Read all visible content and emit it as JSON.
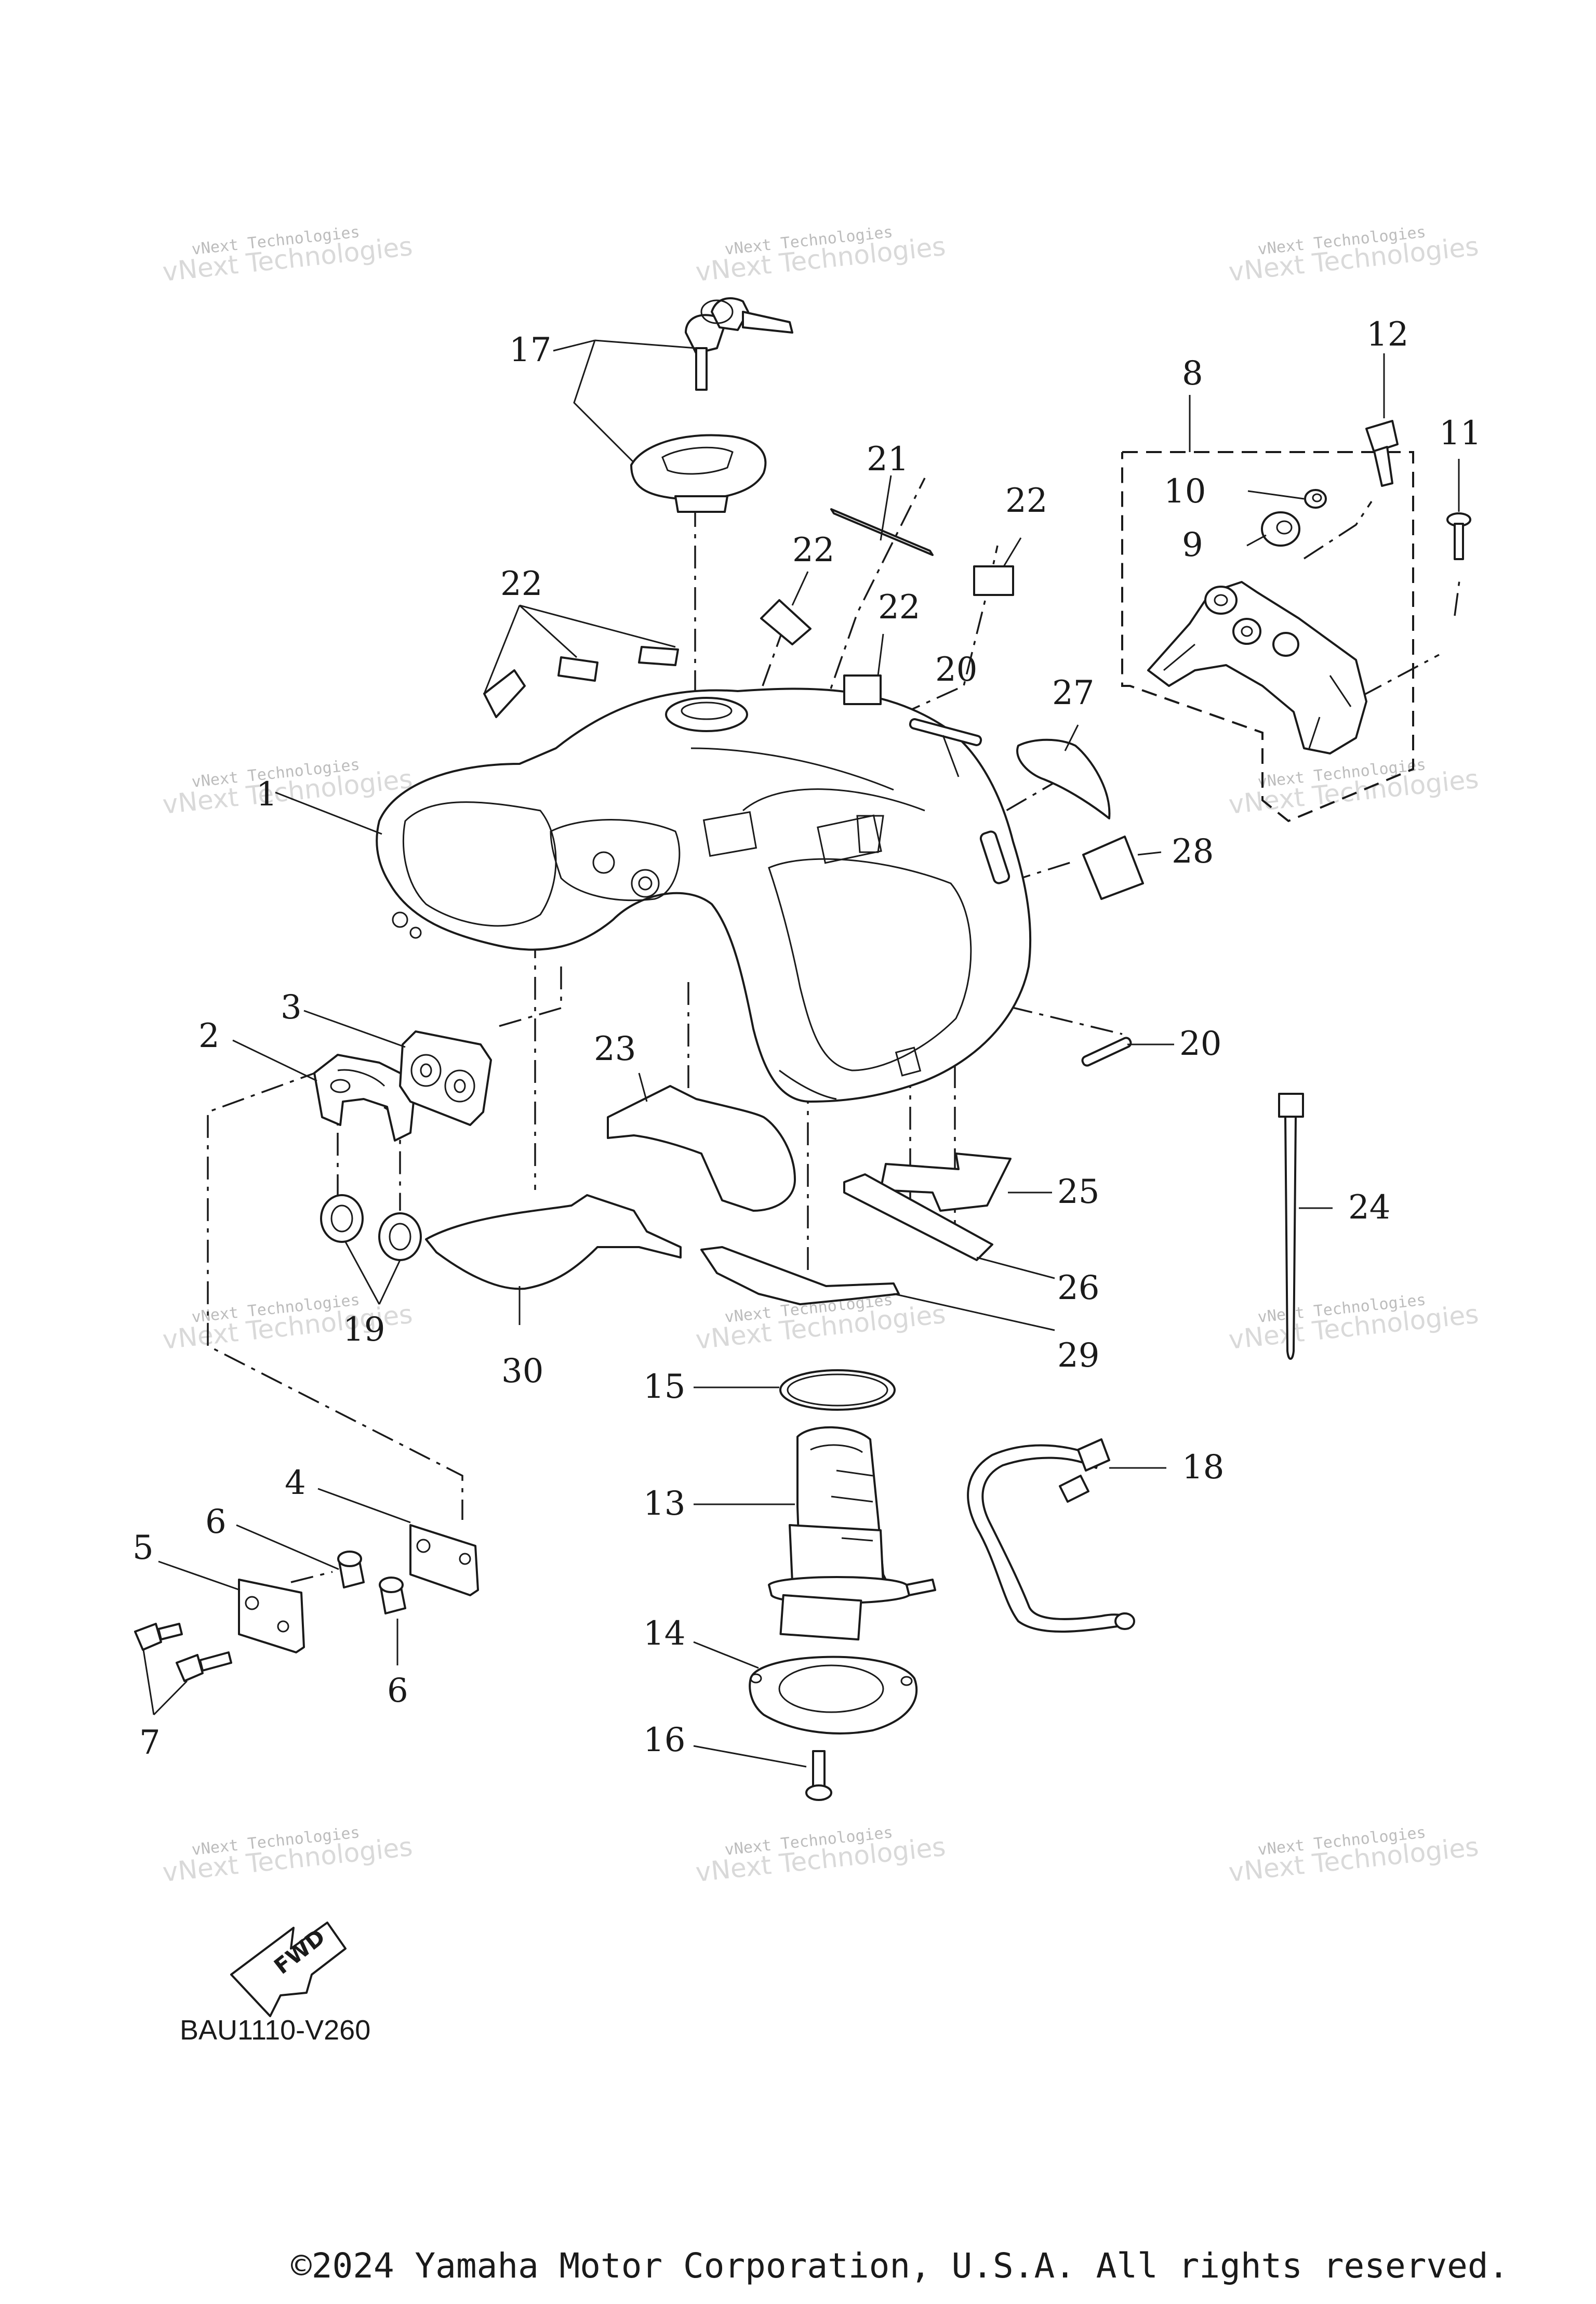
{
  "labels": {
    "l1": "1",
    "l2": "2",
    "l3": "3",
    "l4": "4",
    "l5": "5",
    "l6a": "6",
    "l6b": "6",
    "l7": "7",
    "l8": "8",
    "l9": "9",
    "l10": "10",
    "l11": "11",
    "l12": "12",
    "l13": "13",
    "l14": "14",
    "l15": "15",
    "l16": "16",
    "l17": "17",
    "l18": "18",
    "l19": "19",
    "l20a": "20",
    "l20b": "20",
    "l21": "21",
    "l22a": "22",
    "l22b": "22",
    "l22c": "22",
    "l22d": "22",
    "l23": "23",
    "l24": "24",
    "l25": "25",
    "l26": "26",
    "l27": "27",
    "l28": "28",
    "l29": "29",
    "l30": "30"
  },
  "watermark": {
    "line1": "vNext Technologies",
    "line2": "vNext Technologies"
  },
  "fwd_label": "FWD",
  "reference_code": "BAU1110-V260",
  "copyright": "©2024 Yamaha Motor Corporation, U.S.A. All rights reserved."
}
